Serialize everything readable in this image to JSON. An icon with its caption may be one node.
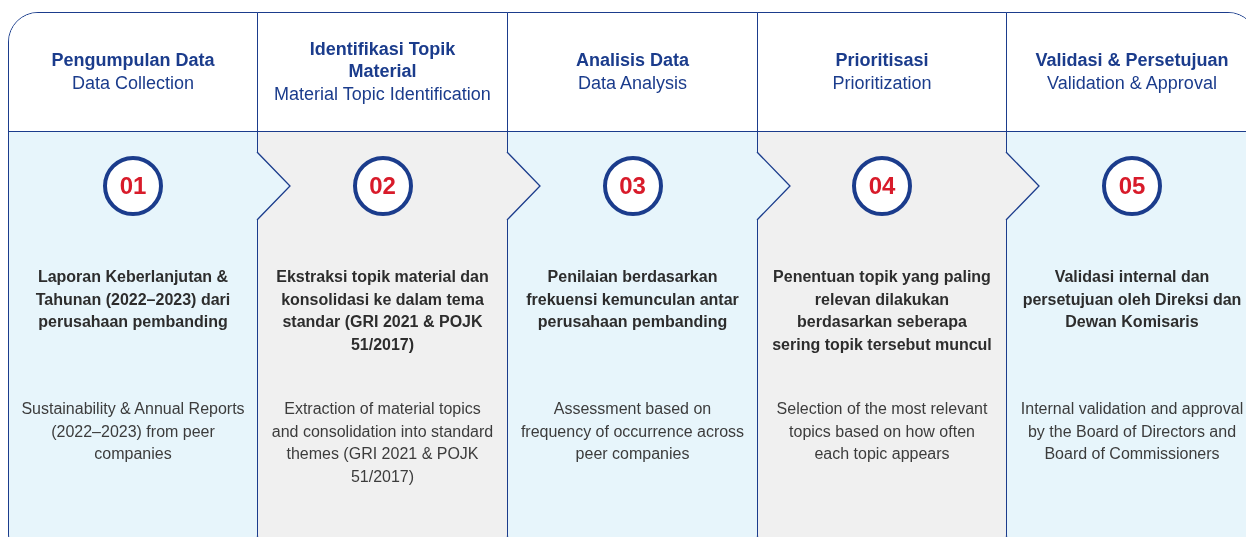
{
  "diagram": {
    "nodes": [
      {
        "text": [
          "Pengumpulan Data",
          "Data Collection",
          "01",
          "Laporan Keberlanjutan & Tahunan (2022–2023) dari perusahaan pembanding",
          "Sustainability & Annual Reports (2022–2023) from peer companies"
        ]
      },
      {
        "text": [
          "Identifikasi Topik Material",
          "Material Topic Identification",
          "02",
          "Ekstraksi topik material dan konsolidasi ke dalam tema standar (GRI 2021 & POJK 51/2017)",
          "Extraction of material topics and consolidation into standard themes (GRI 2021 & POJK 51/2017)"
        ]
      },
      {
        "text": [
          "Analisis Data",
          "Data Analysis",
          "03",
          "Penilaian berdasarkan frekuensi kemunculan antar perusahaan pembanding",
          "Assessment based on frequency of occurrence across peer companies"
        ]
      },
      {
        "text": [
          "Prioritisasi",
          "Prioritization",
          "04",
          "Penentuan topik yang paling relevan dilakukan berdasarkan seberapa sering topik tersebut muncul",
          "Selection of the most relevant topics based on how often each topic appears"
        ]
      },
      {
        "text": [
          "Validasi & Persetujuan",
          "Validation & Approval",
          "05",
          "Validasi internal dan persetujuan oleh Direksi dan Dewan Komisaris",
          "Internal validation and approval by the Board of Directors and Board of Commissioners"
        ]
      }
    ],
    "edges": [
      {
        "from": 0,
        "to": 1,
        "arrow": "to"
      },
      {
        "from": 1,
        "to": 2,
        "arrow": "to"
      },
      {
        "from": 2,
        "to": 3,
        "arrow": "to"
      },
      {
        "from": 3,
        "to": 4,
        "arrow": "to"
      }
    ]
  }
}
